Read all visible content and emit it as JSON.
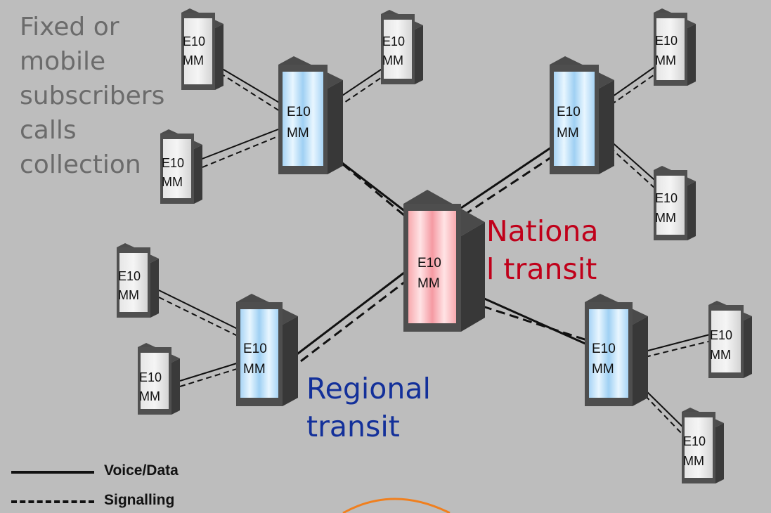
{
  "heading": "Fixed or\nmobile\nsubscribers\ncalls\ncollection",
  "national_label": "Nationa\nl transit",
  "regional_label": "Regional\ntransit",
  "cabinet_label_line1": "E10",
  "cabinet_label_line2": "MM",
  "legend": {
    "voice": "Voice/Data",
    "signalling": "Signalling"
  },
  "colors": {
    "national": "#c0001a",
    "regional": "#13309a",
    "heading": "#6b6b6b",
    "background": "#bdbdbd",
    "cabinet_blue": "#bfe3ff",
    "cabinet_red": "#ffc2c2"
  }
}
